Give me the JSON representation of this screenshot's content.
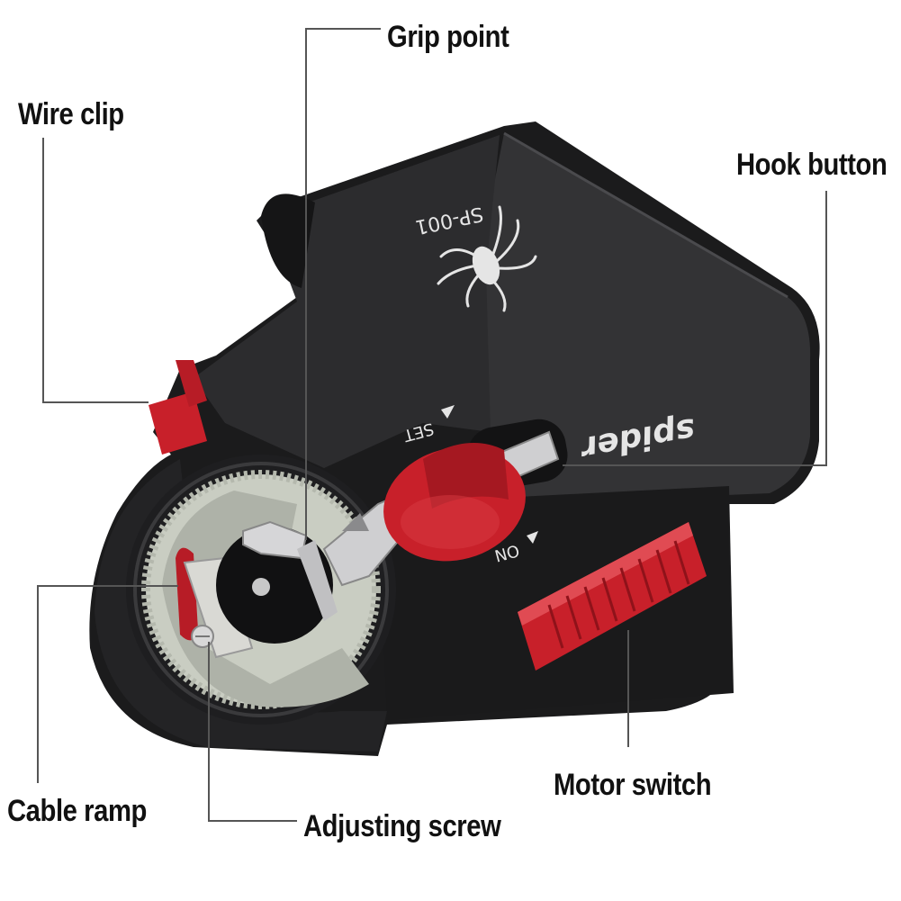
{
  "labels": {
    "grip_point": "Grip point",
    "wire_clip": "Wire clip",
    "hook_button": "Hook button",
    "cable_ramp": "Cable ramp",
    "adjusting_screw": "Adjusting screw",
    "motor_switch": "Motor switch"
  },
  "device": {
    "model": "SP-001",
    "brand": "spider",
    "set_label": "SET",
    "on_label": "ON"
  },
  "colors": {
    "body": "#2a2a2c",
    "body_dark": "#161617",
    "accent_red": "#c8202a",
    "gear": "#c9cdc2",
    "metal": "#d6d6d8"
  }
}
